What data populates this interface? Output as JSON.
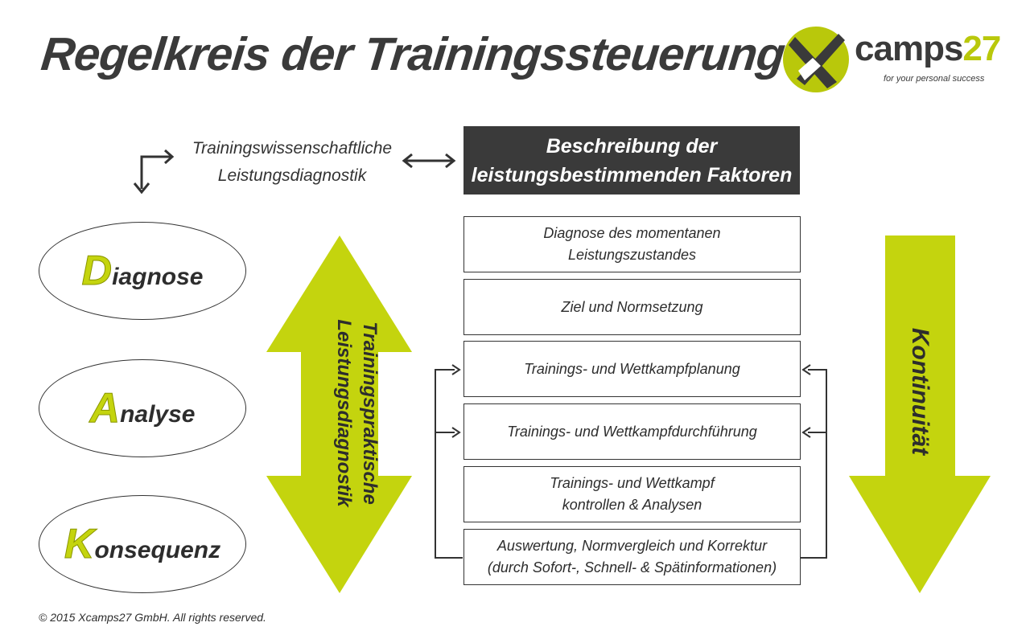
{
  "title": "Regelkreis der Trainingssteuerung",
  "logo": {
    "brand_prefix": "camps",
    "brand_number": "27",
    "tagline": "for your personal success"
  },
  "top_left_label": {
    "line1": "Trainingswissenschaftliche",
    "line2": "Leistungsdiagnostik"
  },
  "header_box": {
    "line1": "Beschreibung der",
    "line2": "leistungsbestimmenden Faktoren"
  },
  "steps": [
    {
      "line1": "Diagnose des momentanen",
      "line2": "Leistungszustandes"
    },
    {
      "line1": "Ziel und Normsetzung",
      "line2": ""
    },
    {
      "line1": "Trainings- und Wettkampfplanung",
      "line2": ""
    },
    {
      "line1": "Trainings- und Wettkampfdurchführung",
      "line2": ""
    },
    {
      "line1": "Trainings- und Wettkampf",
      "line2": "kontrollen & Analysen"
    },
    {
      "line1": "Auswertung, Normvergleich und Korrektur",
      "line2": "(durch Sofort-, Schnell- & Spätinformationen)"
    }
  ],
  "ellipses": [
    {
      "first_letter": "D",
      "rest": "iagnose"
    },
    {
      "first_letter": "A",
      "rest": "nalyse"
    },
    {
      "first_letter": "K",
      "rest": "onsequenz"
    }
  ],
  "double_arrow": {
    "line1": "Trainingspraktische",
    "line2": "Leistungsdiagnostik"
  },
  "down_arrow": {
    "label": "Kontinuität"
  },
  "footer": "© 2015 Xcamps27 GmbH. All rights reserved.",
  "colors": {
    "accent": "#c4d40e",
    "dark": "#3a3a3a"
  }
}
